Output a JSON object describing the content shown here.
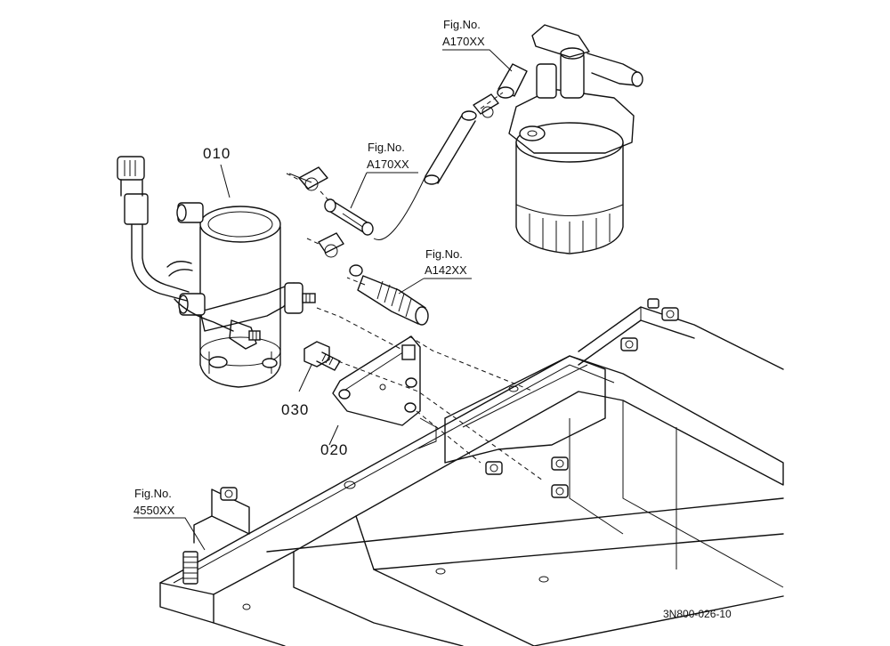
{
  "diagram": {
    "callouts": [
      {
        "id": "010",
        "label": "010"
      },
      {
        "id": "020",
        "label": "020"
      },
      {
        "id": "030",
        "label": "030"
      }
    ],
    "figure_refs": [
      {
        "prefix": "Fig.No.",
        "number": "A170XX"
      },
      {
        "prefix": "Fig.No.",
        "number": "A170XX"
      },
      {
        "prefix": "Fig.No.",
        "number": "A142XX"
      },
      {
        "prefix": "Fig.No.",
        "number": "4550XX"
      }
    ],
    "drawing_code": "3N800-026-10"
  }
}
